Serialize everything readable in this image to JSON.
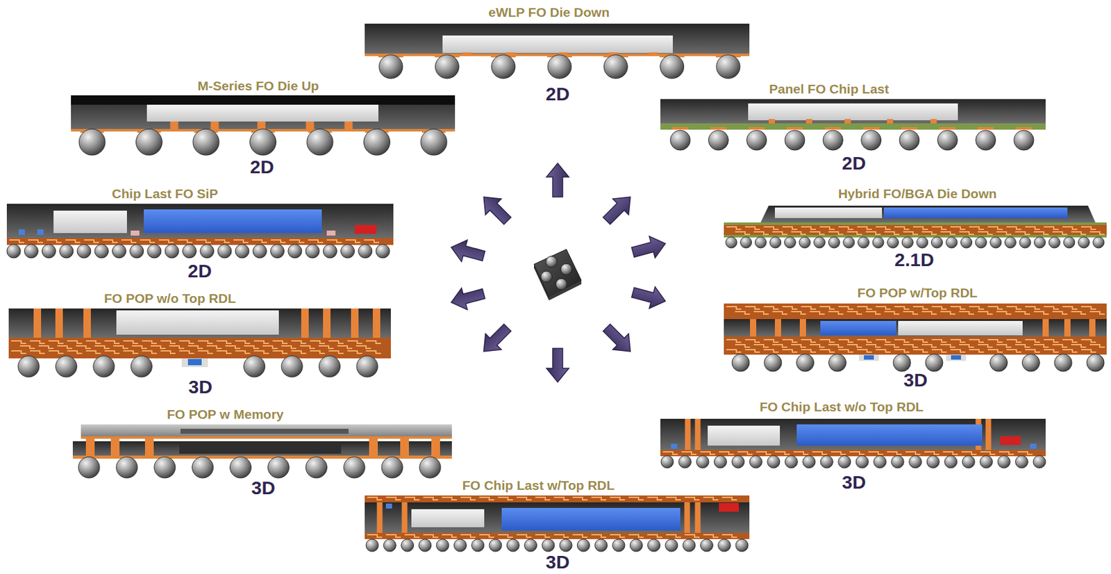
{
  "diagram": {
    "labels": [
      "eWLP FO Die Down",
      "2D",
      "M-Series FO Die Up",
      "2D",
      "Panel FO Chip Last",
      "2D",
      "Chip Last FO SiP",
      "2D",
      "Hybrid FO/BGA Die Down",
      "2.1D",
      "FO POP w/o Top RDL",
      "3D",
      "FO POP w/Top RDL",
      "3D",
      "FO POP w Memory",
      "3D",
      "FO Chip Last w/o Top RDL",
      "3D",
      "FO Chip Last w/Top RDL",
      "3D"
    ]
  }
}
